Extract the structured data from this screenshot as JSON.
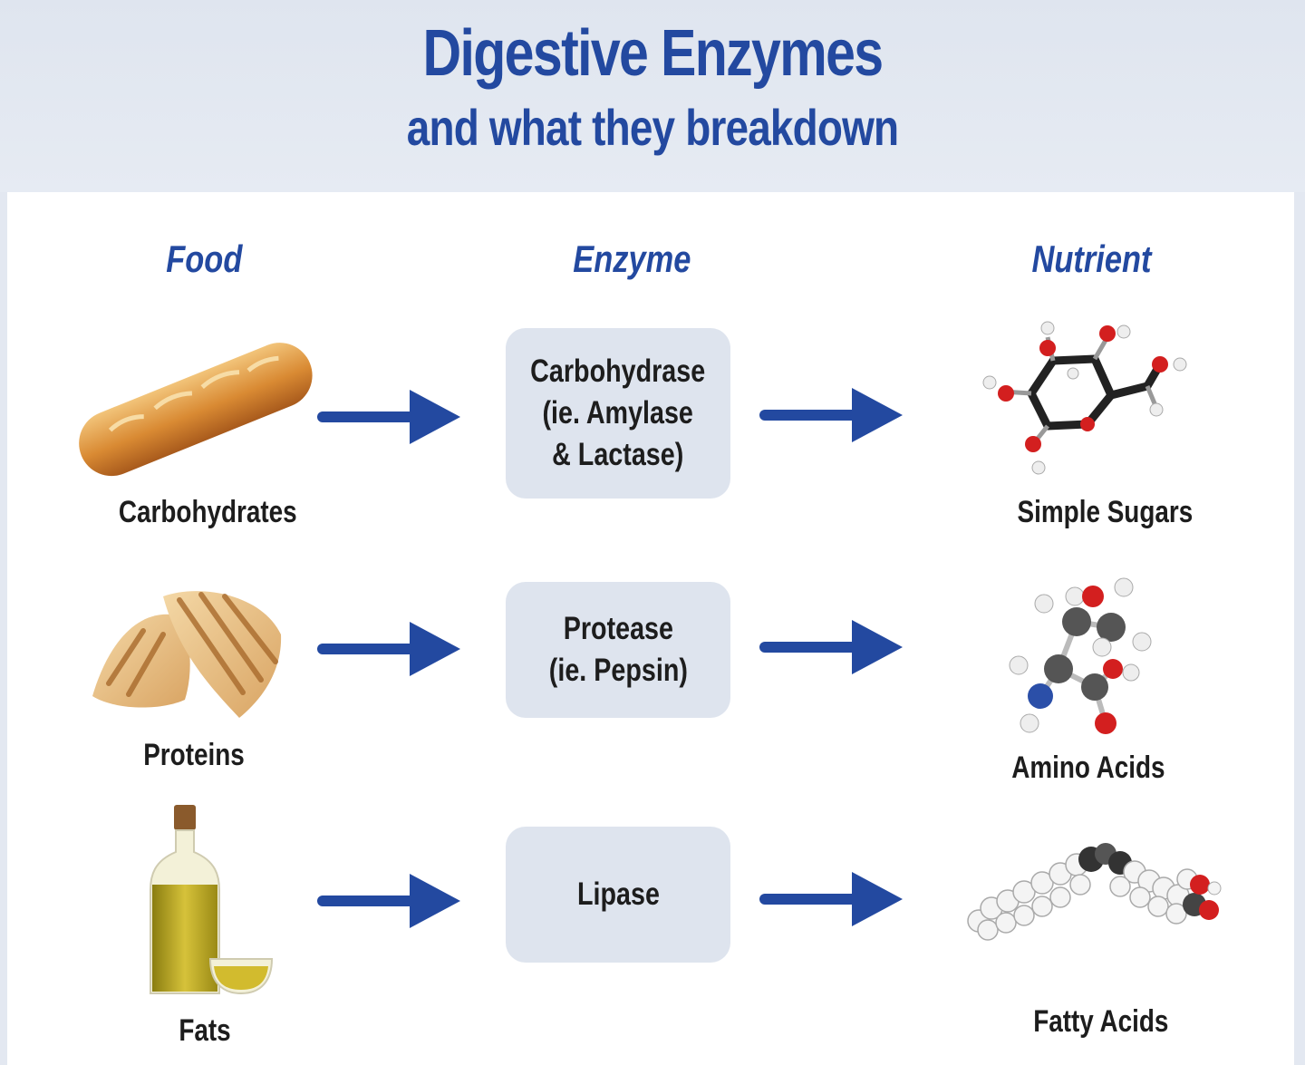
{
  "title": "Digestive Enzymes",
  "subtitle": "and what they breakdown",
  "columns": {
    "food": "Food",
    "enzyme": "Enzyme",
    "nutrient": "Nutrient"
  },
  "rows": [
    {
      "food": "Carbohydrates",
      "enzyme": "Carbohydrase\n(ie. Amylase\n& Lactase)",
      "nutrient": "Simple Sugars"
    },
    {
      "food": "Proteins",
      "enzyme": "Protease\n(ie. Pepsin)",
      "nutrient": "Amino Acids"
    },
    {
      "food": "Fats",
      "enzyme": "Lipase",
      "nutrient": "Fatty Acids"
    }
  ],
  "colors": {
    "accent": "#2349a0",
    "box": "#dee4ee",
    "oxygen": "#d31f1f",
    "carbon": "#3a3a3a",
    "nitrogen": "#2b4fa8"
  }
}
